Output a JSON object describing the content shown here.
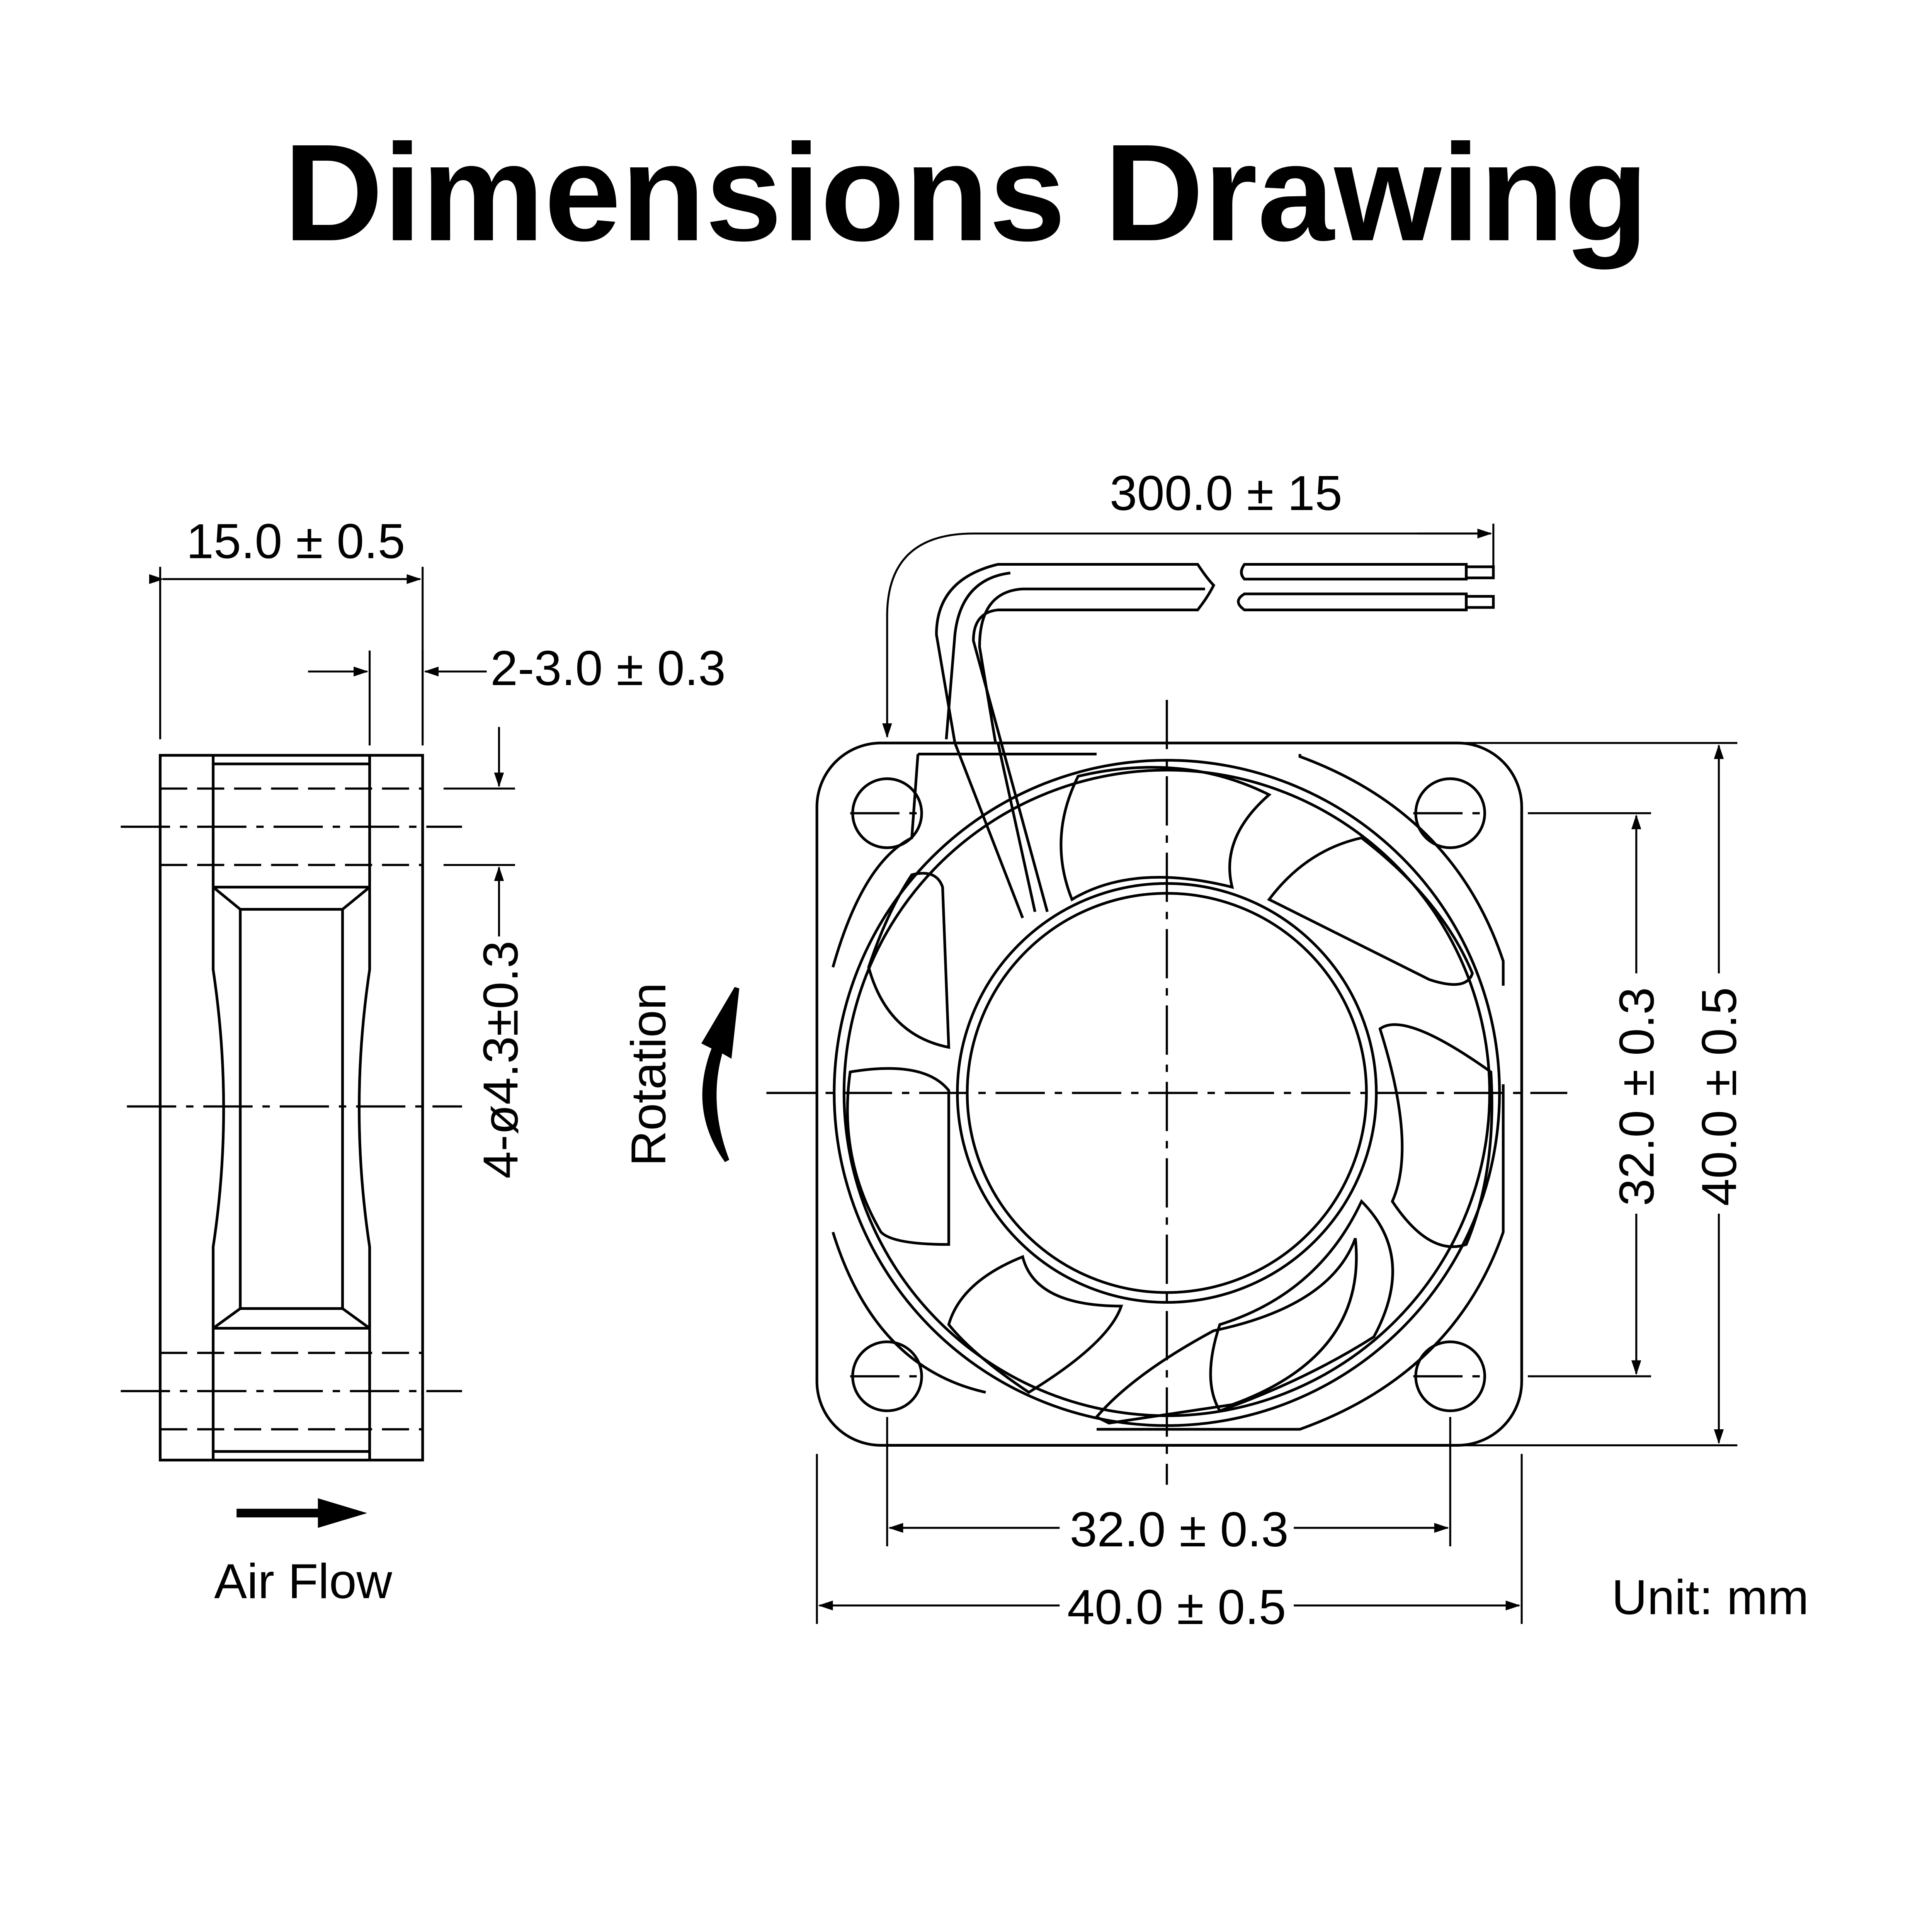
{
  "title": "Dimensions Drawing",
  "side_view": {
    "width_dim": "15.0 ± 0.5",
    "flange_dim": "2-3.0 ± 0.3",
    "hole_dim": "4-ø4.3±0.3",
    "airflow_label": "Air Flow"
  },
  "front_view": {
    "rotation_label": "Rotation",
    "lead_length_dim": "300.0 ± 15",
    "hole_spacing_h": "32.0 ± 0.3",
    "overall_width": "40.0 ± 0.5",
    "hole_spacing_v": "32.0 ± 0.3",
    "overall_height": "40.0 ± 0.5"
  },
  "unit_label": "Unit: mm"
}
